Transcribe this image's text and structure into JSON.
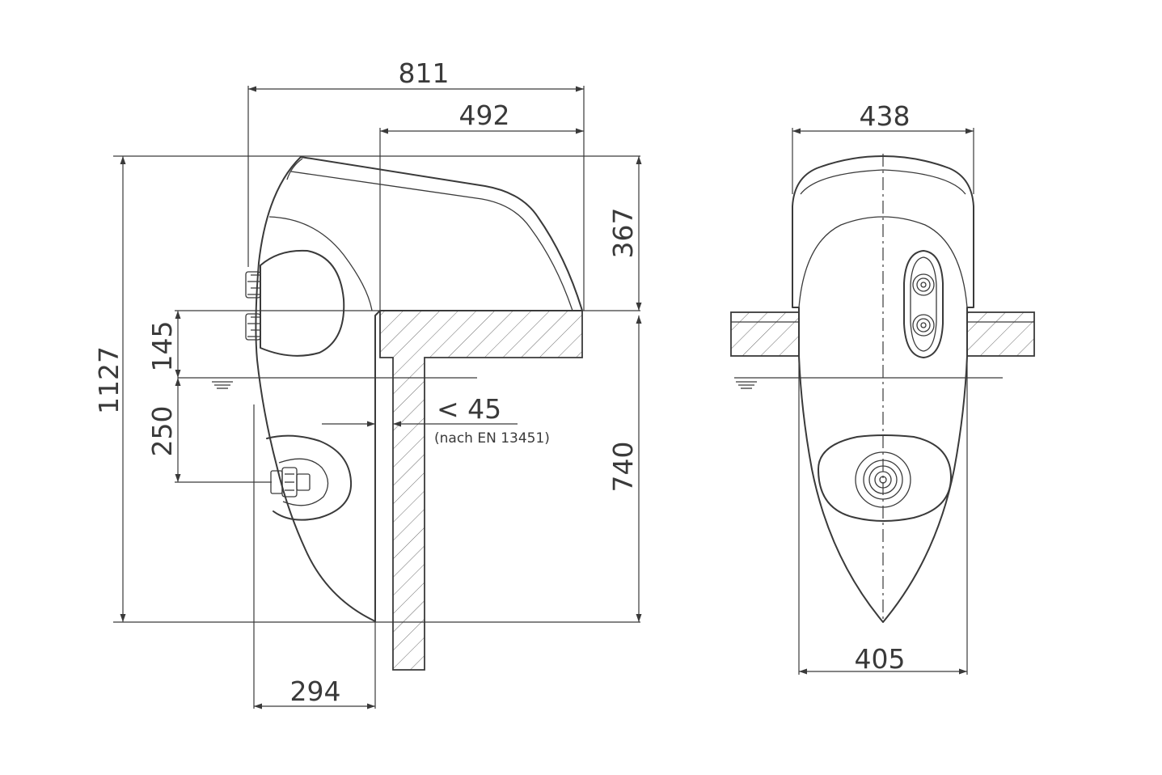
{
  "dimensions": {
    "overall_depth": "811",
    "top_depth": "492",
    "top_height": "367",
    "overall_height": "1127",
    "upper_offset": "145",
    "lower_offset": "250",
    "water_depth": "740",
    "bottom_depth": "294",
    "front_top_width": "438",
    "front_bottom_width": "405",
    "wall_gap": "< 45"
  },
  "notes": {
    "standard": "(nach EN 13451)"
  }
}
